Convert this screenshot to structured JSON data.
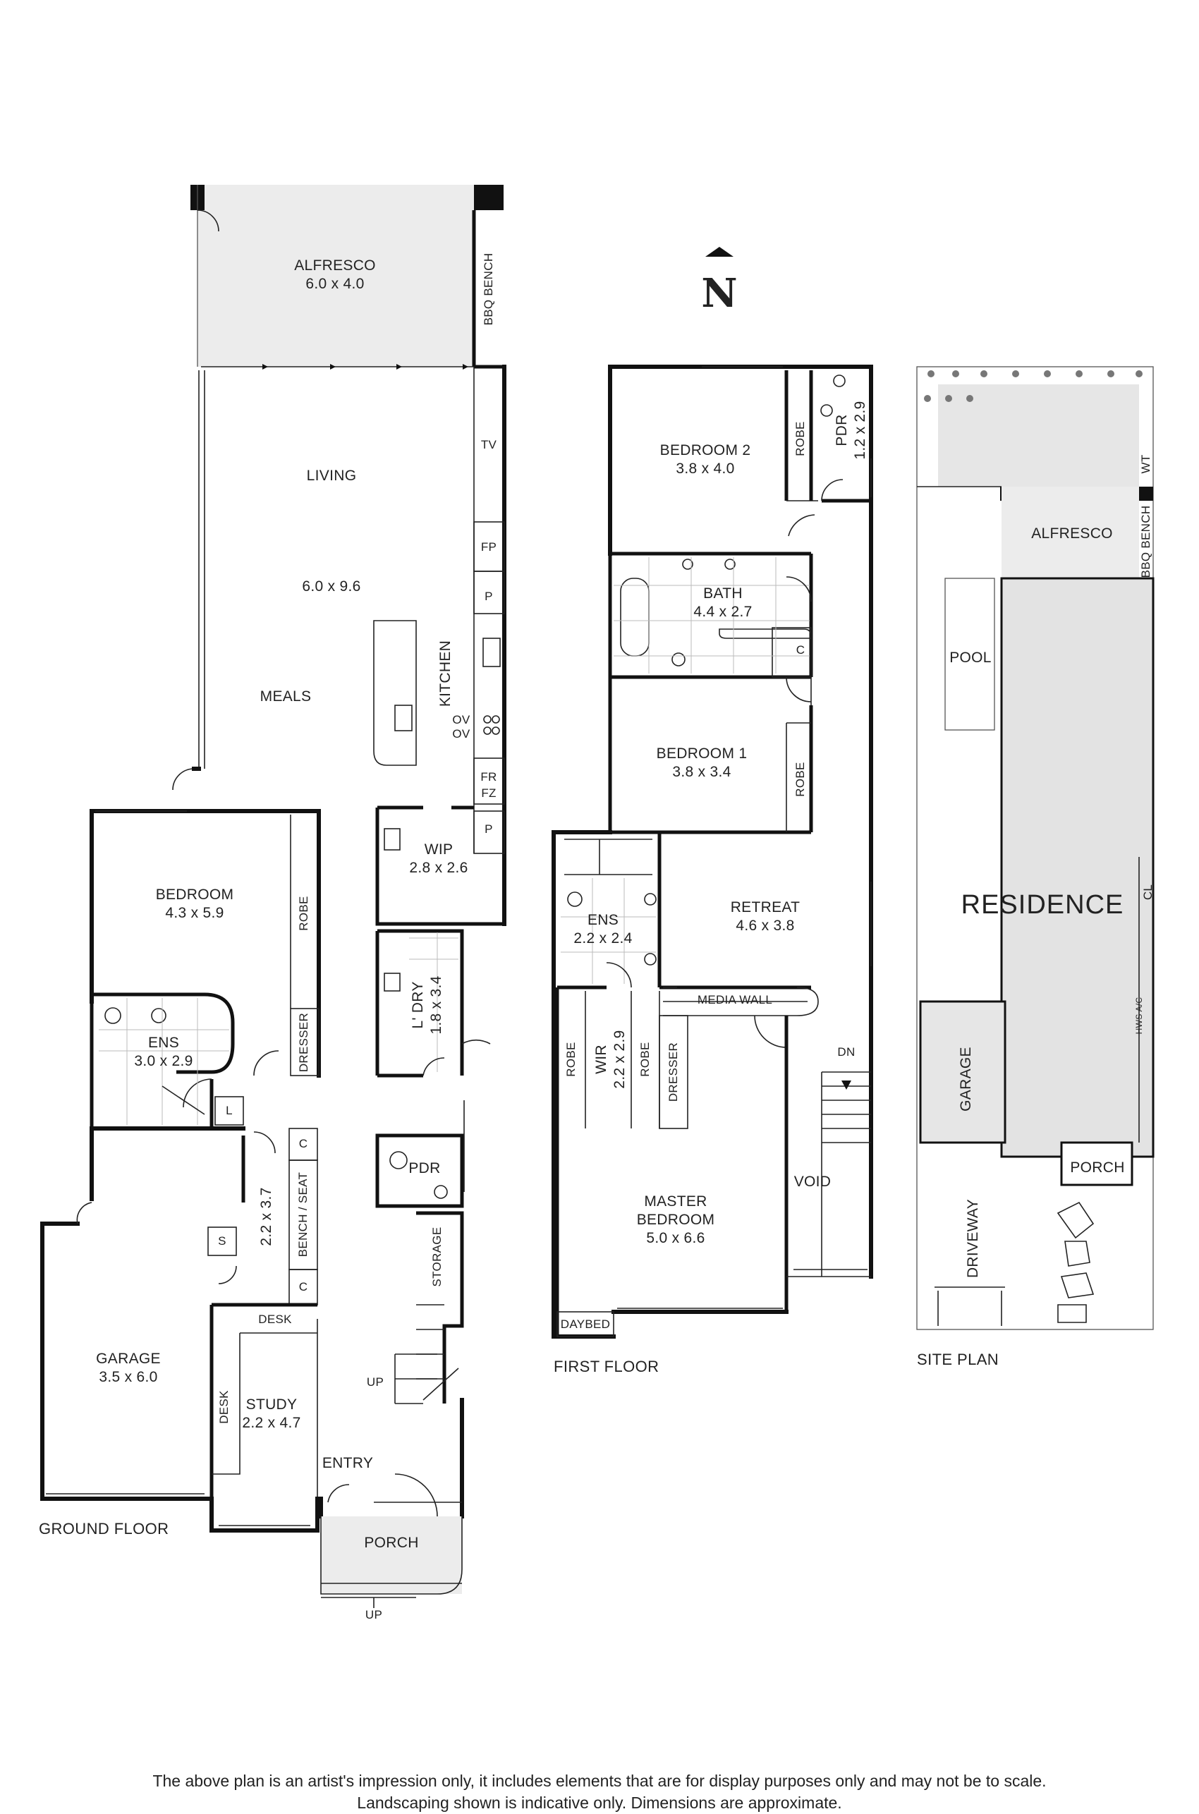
{
  "compass": {
    "label": "N"
  },
  "captions": {
    "ground_floor": "GROUND FLOOR",
    "first_floor": "FIRST FLOOR",
    "site_plan": "SITE PLAN"
  },
  "ground_floor": {
    "alfresco": {
      "name": "ALFRESCO",
      "dims": "6.0 x 4.0"
    },
    "bbq_bench": "BBQ BENCH",
    "living": "LIVING",
    "living_dims": "6.0 x 9.6",
    "meals": "MEALS",
    "kitchen": "KITCHEN",
    "tv": "TV",
    "fp": "FP",
    "p_upper": "P",
    "p_lower": "P",
    "ov1": "OV",
    "ov2": "OV",
    "fr": "FR",
    "fz": "FZ",
    "wip": {
      "name": "WIP",
      "dims": "2.8 x 2.6"
    },
    "bedroom": {
      "name": "BEDROOM",
      "dims": "4.3 x 5.9"
    },
    "robe": "ROBE",
    "dresser": "DRESSER",
    "ens": {
      "name": "ENS",
      "dims": "3.0 x 2.9"
    },
    "laundry": {
      "name": "L' DRY",
      "dims": "1.8 x 3.4"
    },
    "l": "L",
    "c_upper": "C",
    "c_lower": "C",
    "s": "S",
    "hall": {
      "dims": "2.2 x 3.7",
      "bench": "BENCH / SEAT"
    },
    "pdr": "PDR",
    "storage": "STORAGE",
    "garage": {
      "name": "GARAGE",
      "dims": "3.5 x 6.0"
    },
    "study": {
      "name": "STUDY",
      "dims": "2.2 x 4.7"
    },
    "desk_top": "DESK",
    "desk_side": "DESK",
    "stairs_up": "UP",
    "entry": "ENTRY",
    "porch": "PORCH",
    "porch_up": "UP"
  },
  "first_floor": {
    "bedroom2": {
      "name": "BEDROOM 2",
      "dims": "3.8 x 4.0"
    },
    "robe_b2": "ROBE",
    "pdr": {
      "name": "PDR",
      "dims": "1.2 x 2.9"
    },
    "bath": {
      "name": "BATH",
      "dims": "4.4 x 2.7"
    },
    "c": "C",
    "bedroom1": {
      "name": "BEDROOM 1",
      "dims": "3.8 x 3.4"
    },
    "robe_b1": "ROBE",
    "ens": {
      "name": "ENS",
      "dims": "2.2 x 2.4"
    },
    "retreat": {
      "name": "RETREAT",
      "dims": "4.6 x 3.8"
    },
    "media_wall": "MEDIA WALL",
    "dn": "DN",
    "robe_wir_left": "ROBE",
    "wir": {
      "name": "WIR",
      "dims": "2.2 x 2.9"
    },
    "robe_wir_right": "ROBE",
    "dresser": "DRESSER",
    "master": {
      "name": "MASTER",
      "name2": "BEDROOM",
      "dims": "5.0 x 6.6"
    },
    "void": "VOID",
    "daybed": "DAYBED"
  },
  "site_plan": {
    "wt": "WT",
    "alfresco": "ALFRESCO",
    "bbq_bench": "BBQ BENCH",
    "pool": "POOL",
    "residence": "RESIDENCE",
    "cl": "CL",
    "hws_ac": "HWS  A/C",
    "garage": "GARAGE",
    "porch": "PORCH",
    "driveway": "DRIVEWAY"
  },
  "disclaimer": {
    "line1": "The above plan is an artist's impression only, it includes elements that are for display purposes only and may not be to scale.",
    "line2": "Landscaping shown is indicative only. Dimensions are approximate."
  }
}
